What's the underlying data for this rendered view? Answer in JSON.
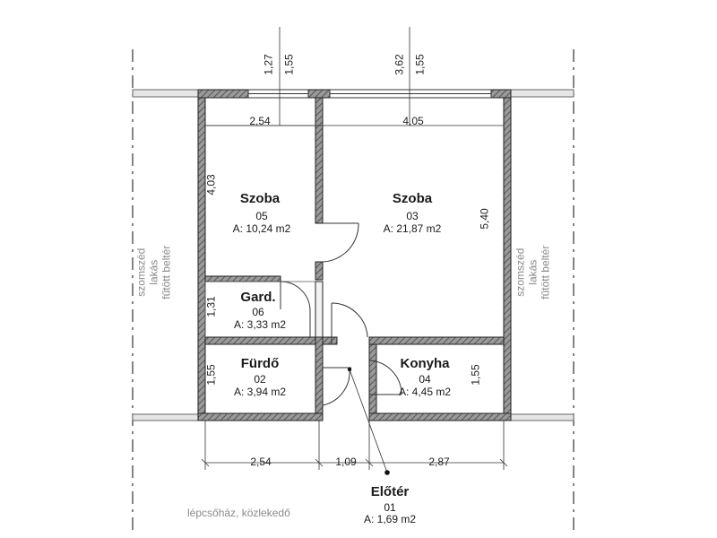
{
  "rooms": [
    {
      "id": "05",
      "name": "Szoba",
      "number": "05",
      "area": "A: 10,24 m2"
    },
    {
      "id": "03",
      "name": "Szoba",
      "number": "03",
      "area": "A: 21,87 m2"
    },
    {
      "id": "06",
      "name": "Gard.",
      "number": "06",
      "area": "A: 3,33 m2"
    },
    {
      "id": "02",
      "name": "Fürdő",
      "number": "02",
      "area": "A: 3,94 m2"
    },
    {
      "id": "04",
      "name": "Konyha",
      "number": "04",
      "area": "A: 4,45 m2"
    },
    {
      "id": "01",
      "name": "Előtér",
      "number": "01",
      "area": "A: 1,69 m2"
    }
  ],
  "dimensions": {
    "top_window_left_a": "1,27",
    "top_window_left_b": "1,55",
    "top_window_right_a": "3,62",
    "top_window_right_b": "1,55",
    "room05_width": "2,54",
    "room03_width": "4,05",
    "room05_depth": "4,03",
    "room03_depth": "5,40",
    "gard_depth": "1,31",
    "furdo_depth": "1,55",
    "konyha_depth": "1,55",
    "bottom_left": "2,54",
    "bottom_mid": "1,09",
    "bottom_right": "2,87"
  },
  "context": {
    "neighbor_left": "szomszéd\nlakás\nfűtött beltér",
    "neighbor_right": "szomszéd\nlakás\nfűtött beltér",
    "stairwell": "lépcsőház, közlekedő"
  },
  "colors": {
    "wall_fill": "#8c8c8c",
    "line": "#222222",
    "label_gray": "#8a8a8a"
  }
}
